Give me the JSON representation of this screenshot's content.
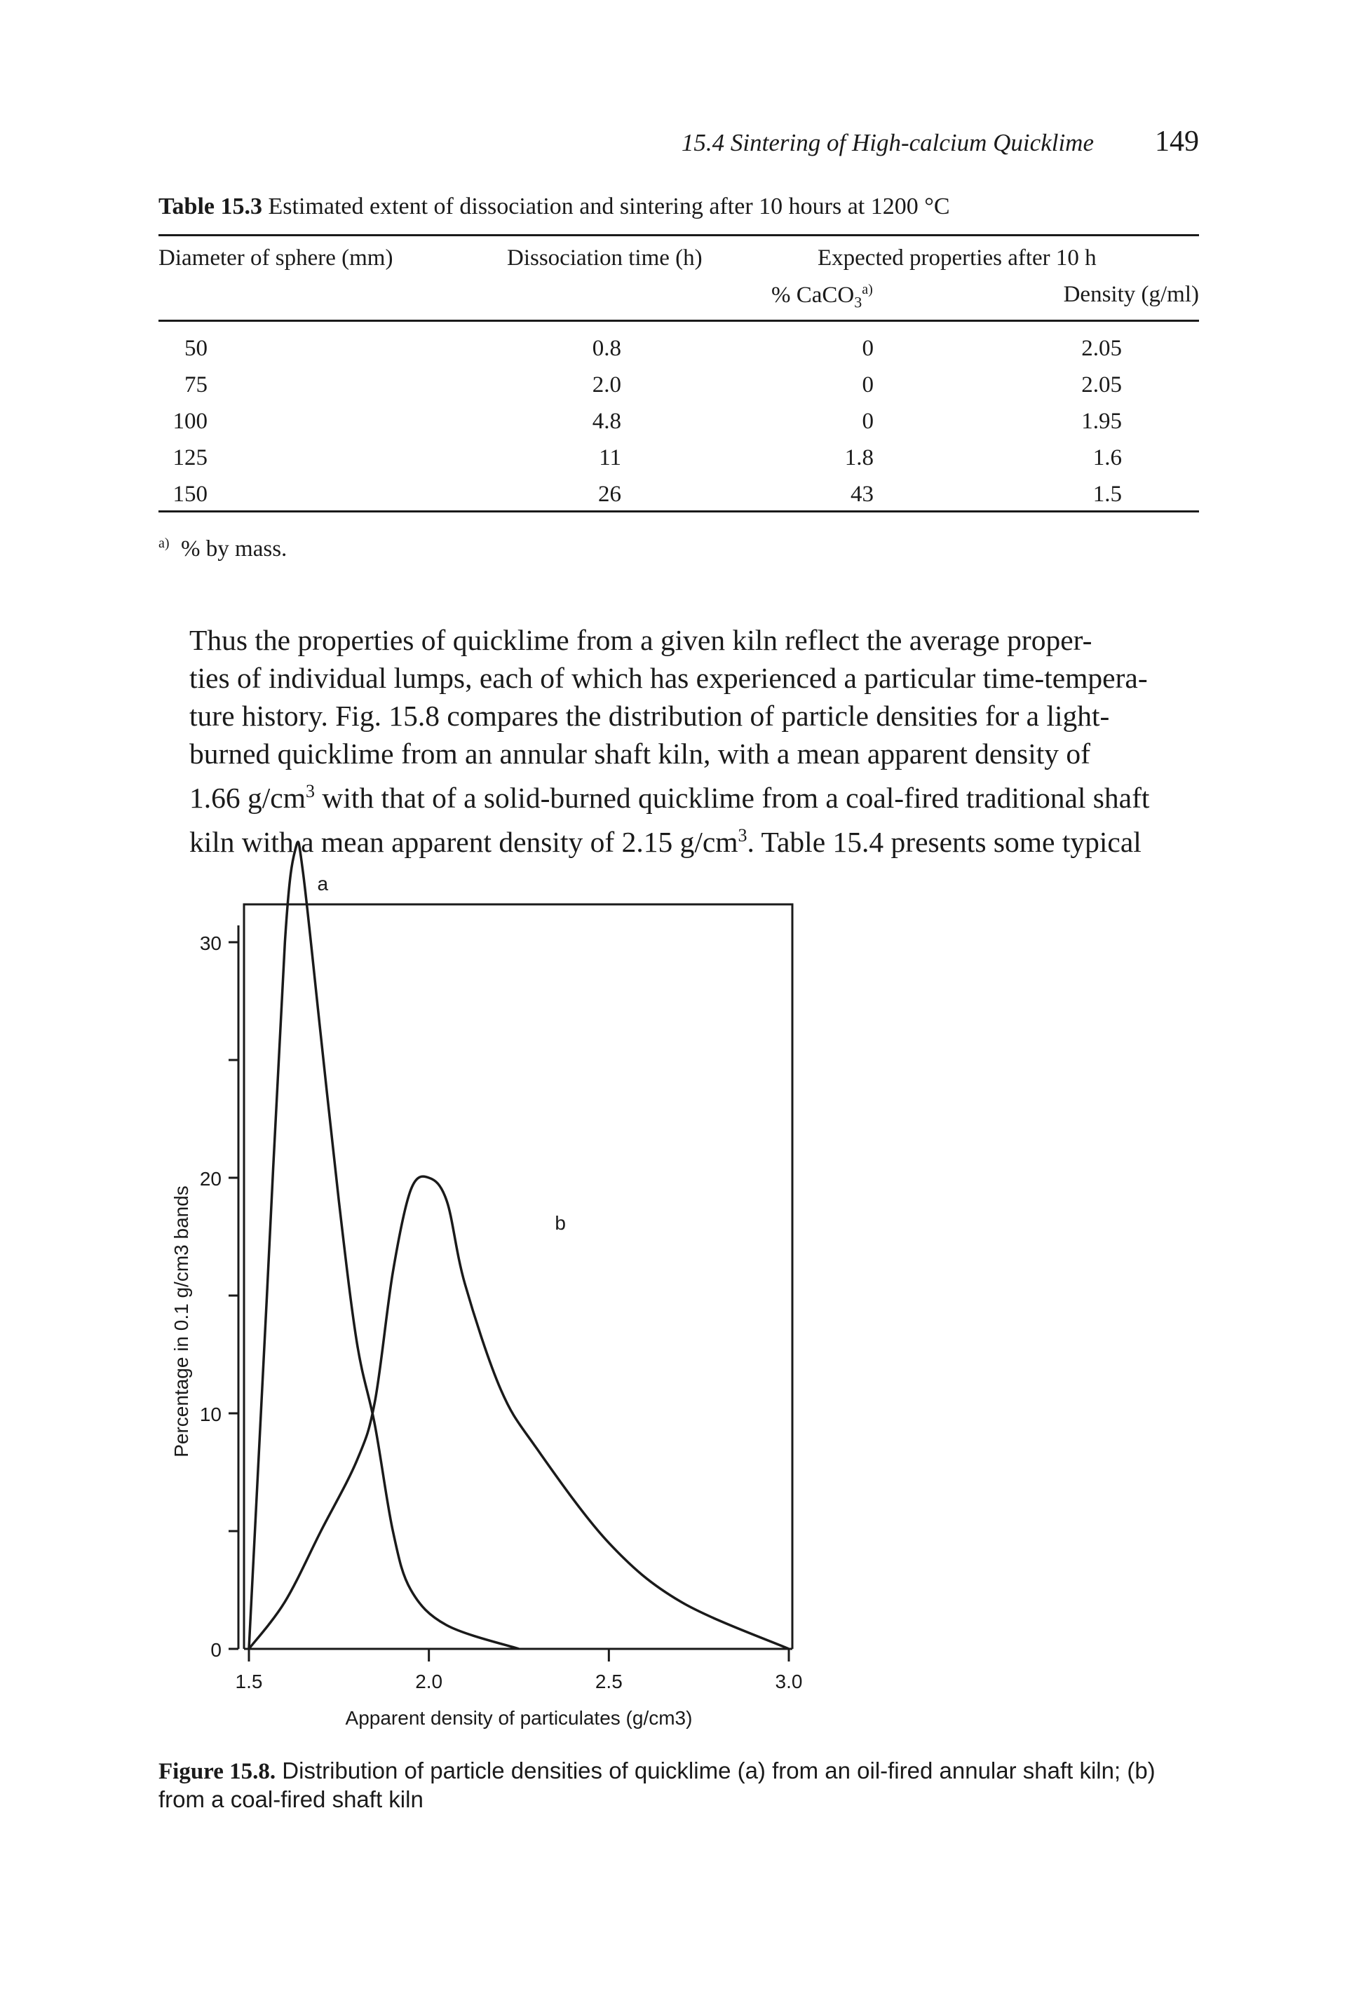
{
  "header": {
    "section_title": "15.4  Sintering of High-calcium Quicklime",
    "page_number": "149"
  },
  "table": {
    "label": "Table 15.3",
    "caption": "Estimated extent of dissociation and sintering after 10 hours at 1200 °C",
    "headers": {
      "col1": "Diameter of sphere (mm)",
      "col2": "Dissociation time (h)",
      "group": "Expected properties after 10 h",
      "col3_pre": "% CaCO",
      "col3_sub": "3",
      "col3_sup": "a)",
      "col4": "Density (g/ml)"
    },
    "rows": [
      [
        "50",
        "0.8",
        "0",
        "2.05"
      ],
      [
        "75",
        "2.0",
        "0",
        "2.05"
      ],
      [
        "100",
        "4.8",
        "0",
        "1.95"
      ],
      [
        "125",
        "11",
        "1.8",
        "1.6"
      ],
      [
        "150",
        "26",
        "43",
        "1.5"
      ]
    ],
    "footnote_mark": "a)",
    "footnote_text": "% by mass."
  },
  "body_text": {
    "line1": "Thus the properties of quicklime from a given kiln reflect the average proper-",
    "line2": "ties of individual lumps, each of which has experienced a particular time-tempera-",
    "line3": "ture history. Fig. 15.8 compares the distribution of particle densities for a light-",
    "line4": "burned quicklime from an annular shaft kiln, with a mean apparent density of",
    "line5a": "1.66 g/cm",
    "line5b": " with that of a solid-burned quicklime from a coal-fired traditional shaft",
    "line6a": "kiln with a mean apparent density of 2.15 g/cm",
    "line6b": ". Table 15.4 presents some typical",
    "superscript": "3"
  },
  "chart_data": {
    "type": "line",
    "xlabel": "Apparent density of particulates (g/cm3)",
    "ylabel": "Percentage in 0.1 g/cm3 bands",
    "xlim": [
      1.5,
      3.0
    ],
    "ylim": [
      0,
      35
    ],
    "x_ticks": [
      "1.5",
      "2.0",
      "2.5",
      "3.0"
    ],
    "y_ticks": [
      "0",
      "10",
      "20",
      "30"
    ],
    "series": [
      {
        "name": "a",
        "points": [
          [
            1.5,
            0
          ],
          [
            1.55,
            15
          ],
          [
            1.6,
            30
          ],
          [
            1.63,
            34
          ],
          [
            1.65,
            33
          ],
          [
            1.7,
            26
          ],
          [
            1.75,
            19
          ],
          [
            1.8,
            13
          ],
          [
            1.85,
            9.5
          ],
          [
            1.9,
            5
          ],
          [
            1.95,
            2.5
          ],
          [
            2.05,
            1
          ],
          [
            2.25,
            0
          ]
        ]
      },
      {
        "name": "b",
        "points": [
          [
            1.5,
            0
          ],
          [
            1.6,
            2
          ],
          [
            1.7,
            5
          ],
          [
            1.8,
            8
          ],
          [
            1.85,
            10.5
          ],
          [
            1.9,
            16
          ],
          [
            1.95,
            19.5
          ],
          [
            2.0,
            20
          ],
          [
            2.05,
            19
          ],
          [
            2.1,
            15.5
          ],
          [
            2.2,
            11
          ],
          [
            2.3,
            8.5
          ],
          [
            2.5,
            4.5
          ],
          [
            2.7,
            2
          ],
          [
            3.0,
            0
          ]
        ]
      }
    ]
  },
  "figure_caption": {
    "label": "Figure 15.8.",
    "text": " Distribution of particle densities of quicklime (a) from an oil-fired annular shaft kiln; (b) from a coal-fired shaft kiln"
  }
}
